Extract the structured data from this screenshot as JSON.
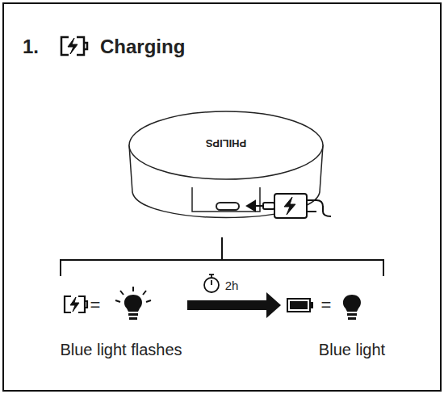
{
  "diagram": {
    "title": "Charging",
    "labels": [
      "1.",
      "PHILIPS",
      "=",
      "2h",
      "=",
      "Blue light flashes",
      "Blue light"
    ]
  }
}
